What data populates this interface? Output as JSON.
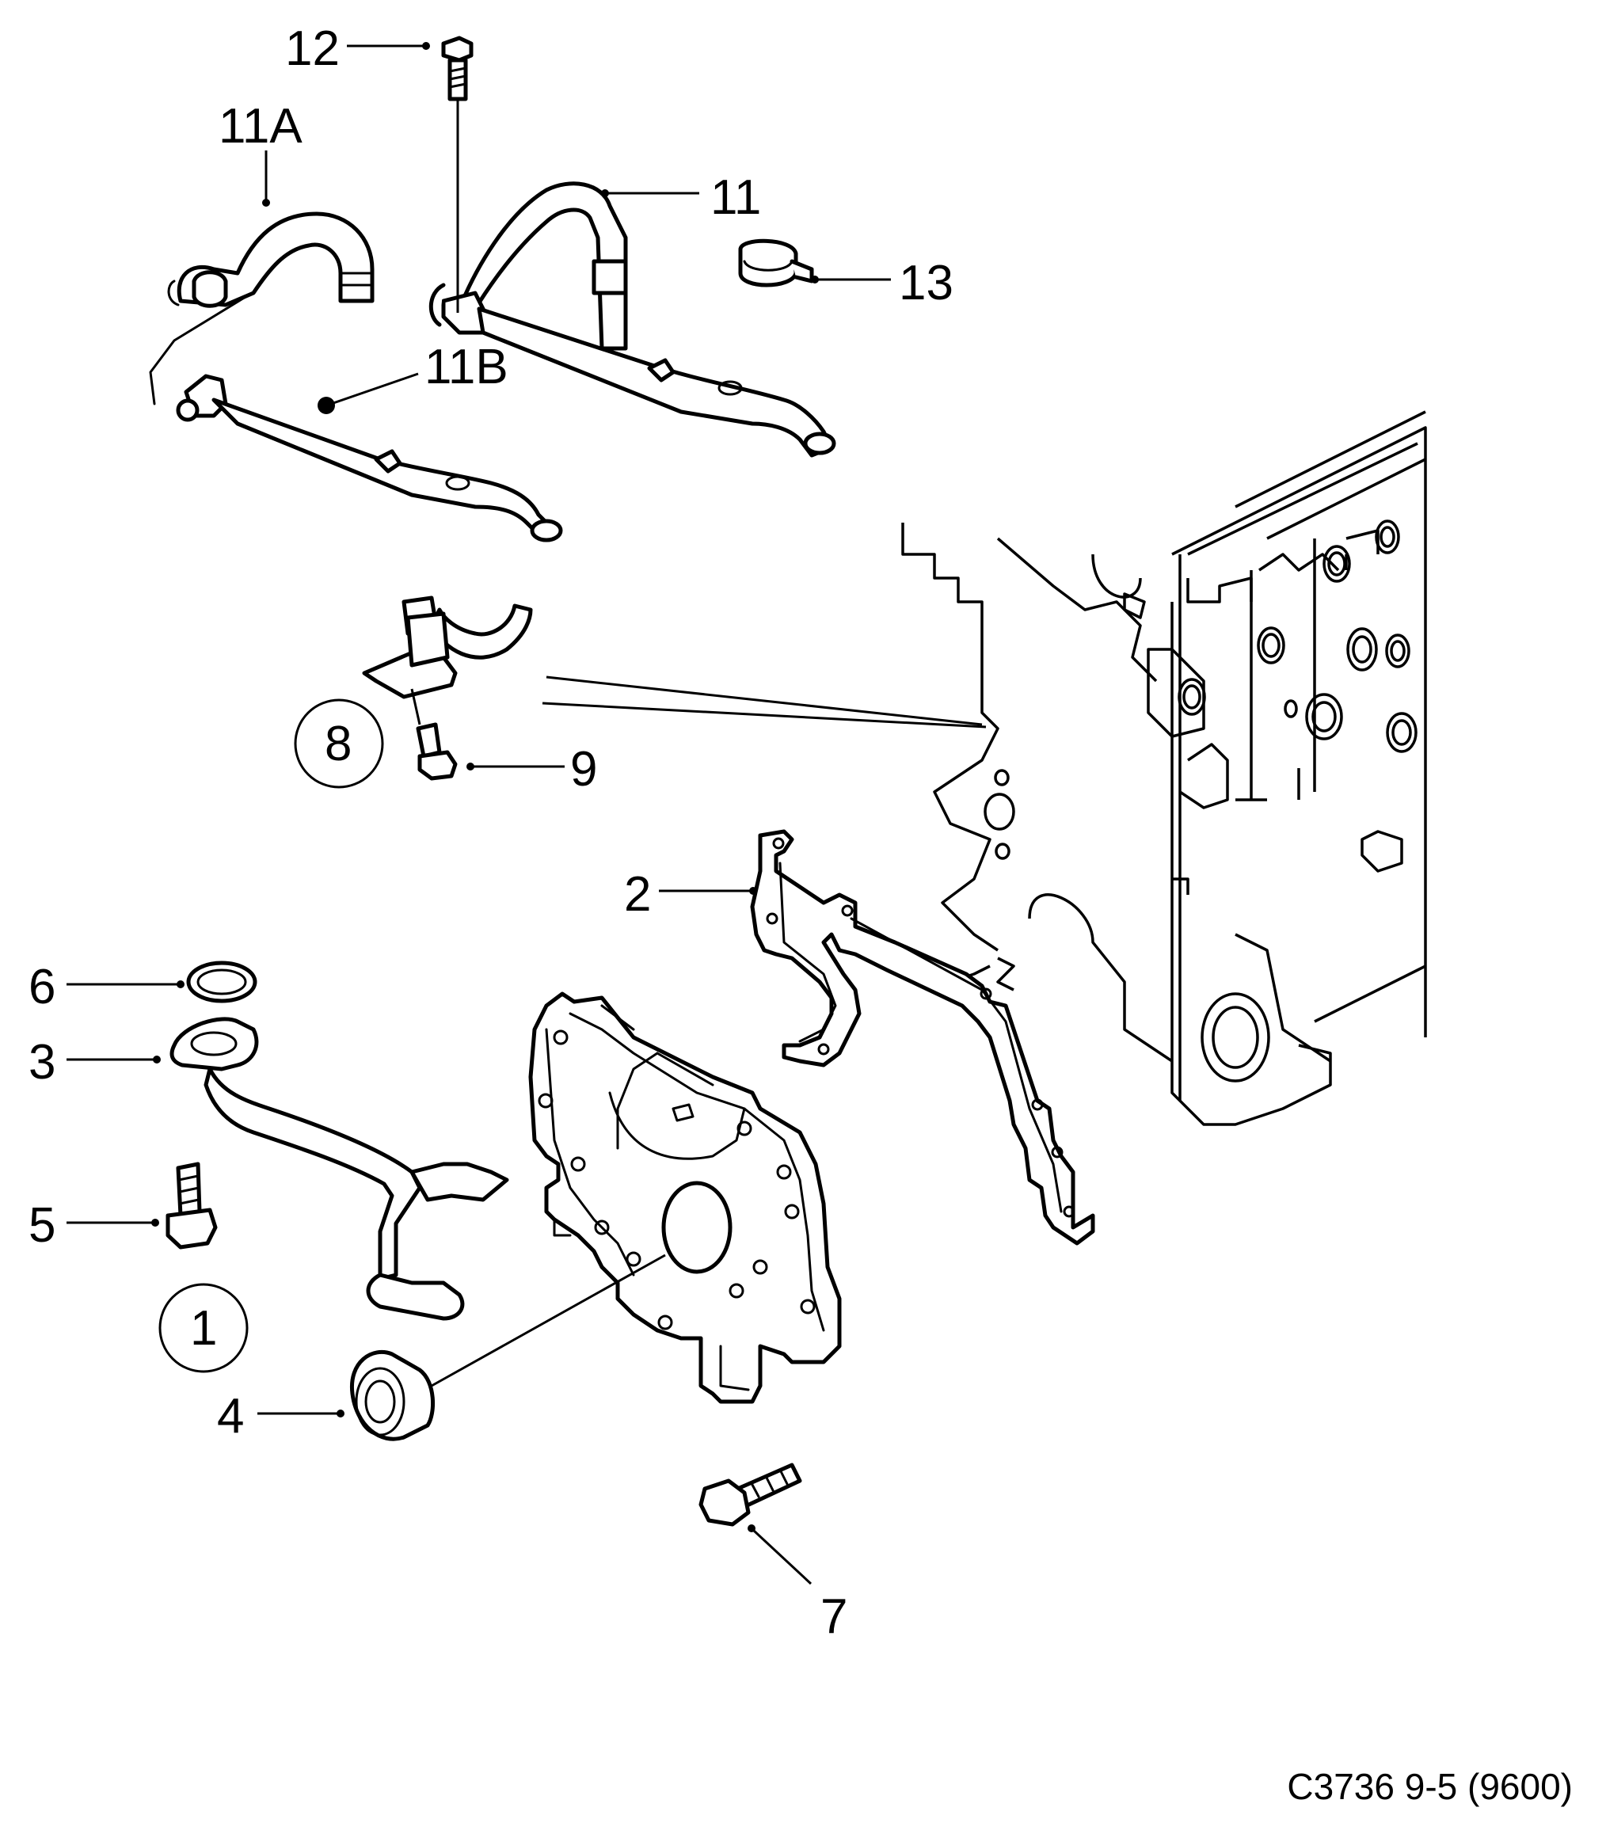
{
  "callouts": {
    "c1": "1",
    "c2": "2",
    "c3": "3",
    "c4": "4",
    "c5": "5",
    "c6": "6",
    "c7": "7",
    "c8": "8",
    "c9": "9",
    "c11": "11",
    "c11a": "11A",
    "c11b": "11B",
    "c12": "12",
    "c13": "13"
  },
  "footer": {
    "drawing_code": "C3736 9-5 (9600)"
  }
}
